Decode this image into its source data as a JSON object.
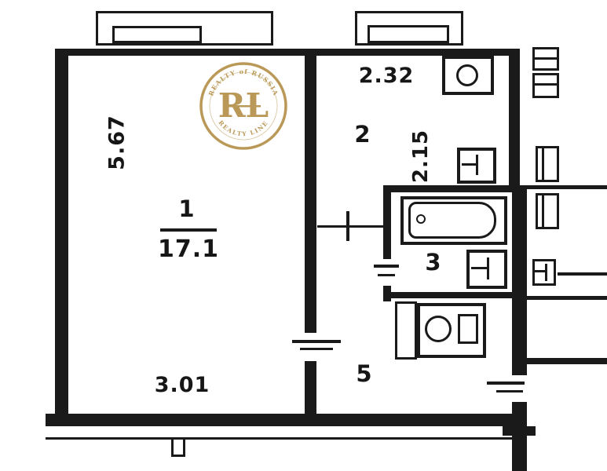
{
  "colors": {
    "ink": "#1a1a1a",
    "gold": "#b5924c",
    "paper": "#ffffff"
  },
  "watermark": {
    "initials": "RL",
    "arc_top": "REALTY of RUSSIA",
    "arc_bottom": "REALTY LINE"
  },
  "rooms": {
    "room1": {
      "number": "1",
      "area": "17.1",
      "width": "3.01",
      "height": "5.67"
    },
    "room2": {
      "number": "2",
      "width": "2.32",
      "height": "2.15"
    },
    "room3": {
      "number": "3"
    },
    "room5": {
      "number": "5"
    }
  },
  "fixtures": {
    "items": [
      "sink",
      "washbasin",
      "bathtub",
      "toilet",
      "stove",
      "counter"
    ]
  }
}
